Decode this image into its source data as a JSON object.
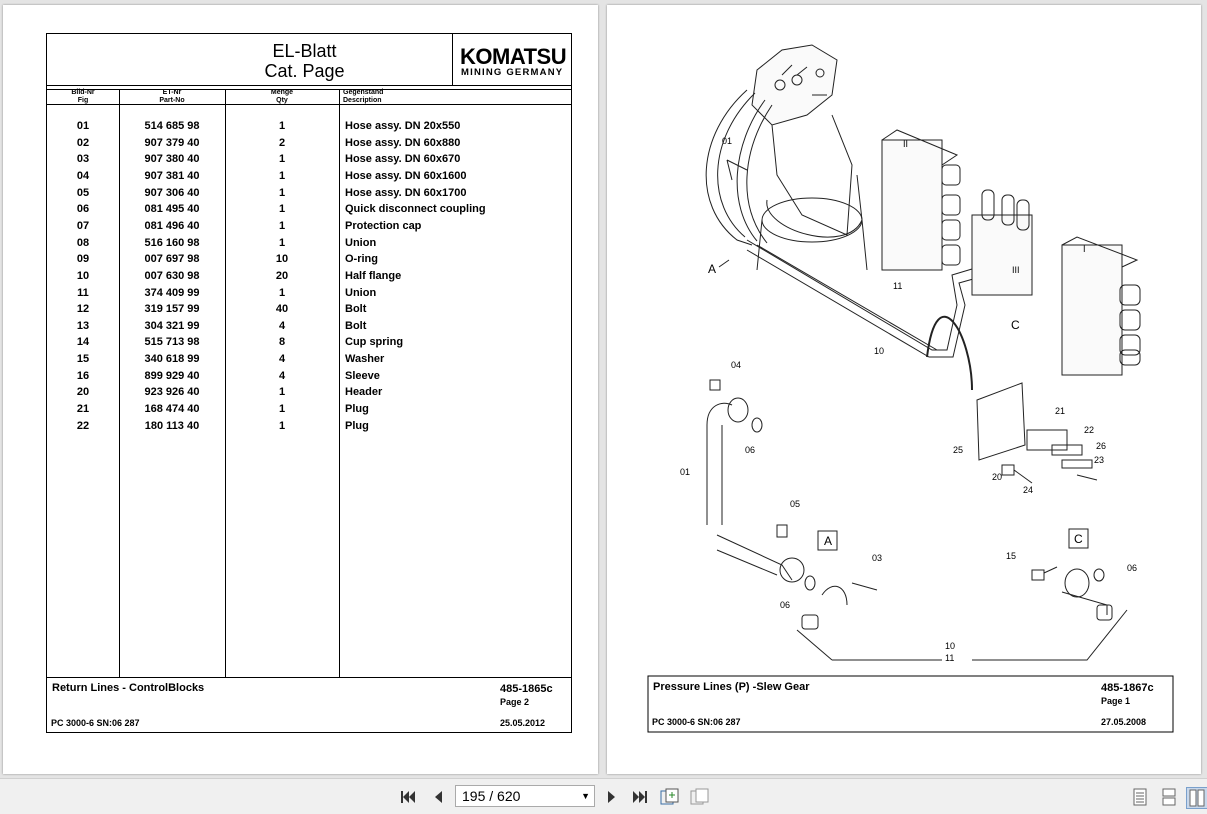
{
  "left_page": {
    "title_line1": "EL-Blatt",
    "title_line2": "Cat. Page",
    "logo": "KOMATSU",
    "logo_sub": "MINING GERMANY",
    "columns": {
      "fig_de": "Bild-Nr",
      "fig_en": "Fig",
      "part_de": "ET-Nr",
      "part_en": "Part-No",
      "qty_de": "Menge",
      "qty_en": "Qty",
      "desc_de": "Gegenstand",
      "desc_en": "Description"
    },
    "rows": [
      {
        "fig": "01",
        "part": "514 685 98",
        "qty": "1",
        "desc": "Hose assy. DN 20x550"
      },
      {
        "fig": "02",
        "part": "907 379 40",
        "qty": "2",
        "desc": "Hose assy. DN 60x880"
      },
      {
        "fig": "03",
        "part": "907 380 40",
        "qty": "1",
        "desc": "Hose assy. DN 60x670"
      },
      {
        "fig": "04",
        "part": "907 381 40",
        "qty": "1",
        "desc": "Hose assy. DN 60x1600"
      },
      {
        "fig": "05",
        "part": "907 306 40",
        "qty": "1",
        "desc": "Hose assy. DN 60x1700"
      },
      {
        "fig": "06",
        "part": "081 495 40",
        "qty": "1",
        "desc": "Quick disconnect coupling"
      },
      {
        "fig": "07",
        "part": "081 496 40",
        "qty": "1",
        "desc": "Protection cap"
      },
      {
        "fig": "08",
        "part": "516 160 98",
        "qty": "1",
        "desc": "Union"
      },
      {
        "fig": "09",
        "part": "007 697 98",
        "qty": "10",
        "desc": "O-ring"
      },
      {
        "fig": "10",
        "part": "007 630 98",
        "qty": "20",
        "desc": "Half flange"
      },
      {
        "fig": "11",
        "part": "374 409 99",
        "qty": "1",
        "desc": "Union"
      },
      {
        "fig": "12",
        "part": "319 157 99",
        "qty": "40",
        "desc": "Bolt"
      },
      {
        "fig": "13",
        "part": "304 321 99",
        "qty": "4",
        "desc": "Bolt"
      },
      {
        "fig": "14",
        "part": "515 713 98",
        "qty": "8",
        "desc": "Cup spring"
      },
      {
        "fig": "15",
        "part": "340 618 99",
        "qty": "4",
        "desc": "Washer"
      },
      {
        "fig": "16",
        "part": "899 929 40",
        "qty": "4",
        "desc": "Sleeve"
      },
      {
        "fig": "20",
        "part": "923 926 40",
        "qty": "1",
        "desc": "Header"
      },
      {
        "fig": "21",
        "part": "168 474 40",
        "qty": "1",
        "desc": "Plug"
      },
      {
        "fig": "22",
        "part": "180 113 40",
        "qty": "1",
        "desc": "Plug"
      }
    ],
    "footer": {
      "title": "Return Lines - ControlBlocks",
      "code": "485-1865c",
      "page": "Page 2",
      "model": "PC 3000-6 SN:06 287",
      "date": "25.05.2012"
    }
  },
  "right_page": {
    "labels": {
      "l01": "01",
      "l01b": "01",
      "l03": "03",
      "l04": "04",
      "l05": "05",
      "l06a": "06",
      "l06b": "06",
      "l06c": "06",
      "l10a": "10",
      "l10b": "10",
      "l11a": "11",
      "l11b": "11",
      "l15": "15",
      "l20": "20",
      "l21": "21",
      "l22": "22",
      "l23": "23",
      "l24": "24",
      "l25": "25",
      "l26": "26",
      "A1": "A",
      "A2": "A",
      "C1": "C",
      "C2": "C",
      "rII": "II",
      "rIII": "III",
      "rI": "I"
    },
    "footer": {
      "title": "Pressure Lines (P) -Slew Gear",
      "code": "485-1867c",
      "page": "Page 1",
      "model": "PC 3000-6 SN:06 287",
      "date": "27.05.2008"
    }
  },
  "toolbar": {
    "page_indicator": "195 / 620",
    "icons": [
      "first-page-icon",
      "prev-page-icon",
      "next-page-icon",
      "last-page-icon",
      "fit-page-icon",
      "fit-width-icon",
      "single-page-icon",
      "continuous-page-icon",
      "facing-page-icon"
    ]
  }
}
